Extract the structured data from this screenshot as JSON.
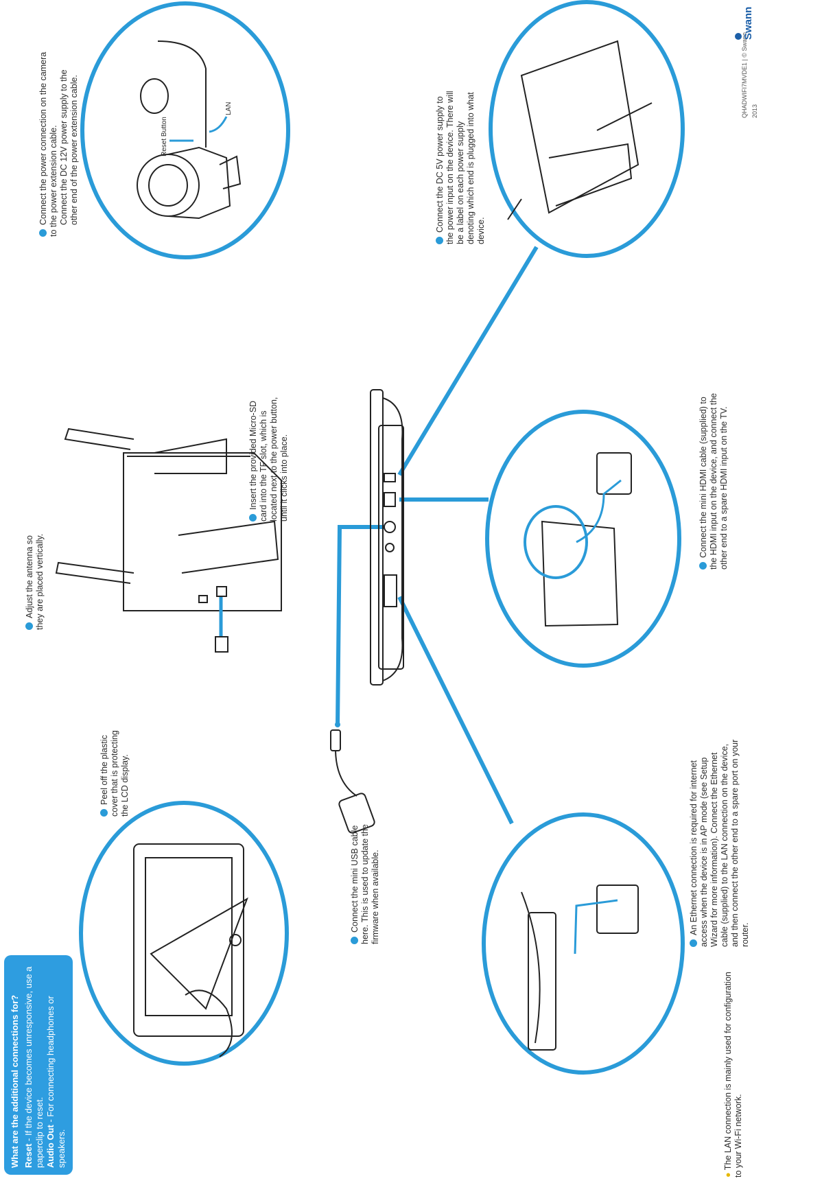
{
  "brand": {
    "name": "Swann",
    "doc_code": "QHADWIFI7MVDE1 | © Swann 2013"
  },
  "colors": {
    "accent": "#2a9bd8",
    "line": "#222222",
    "box": "#2e9de0"
  },
  "info_box": {
    "title": "What are the additional connections for?",
    "reset_label": "Reset",
    "reset_text": "- If the device becomes unresponsive, use a paperclip to reset.",
    "audio_label": "Audio Out",
    "audio_text": "- For connecting headphones or speakers."
  },
  "steps": {
    "peel_cover": "Peel off the plastic cover that is protecting the LCD display.",
    "mini_usb": "Connect the mini USB cable here. This is used to update the firmware when available.",
    "lan_note": "The LAN connection is mainly used for configuration to your Wi-Fi network.",
    "antenna": "Adjust the antenna so they are placed vertically.",
    "micro_sd": "Insert the provided Micro-SD card into the TF slot, which is located next to the power button, until it clicks into place.",
    "ethernet": "An Ethernet connection is required for internet access when the device is in AP mode (see Setup Wizard for more information). Connect the Ethernet cable (supplied) to the LAN connection on the device, and then connect the other end to a spare port on your router.",
    "hdmi": "Connect the mini HDMI cable (supplied) to the HDMI input on the device, and connect the other end to a spare HDMI input on the TV.",
    "camera_power": "Connect the power connection on the camera to the power extension cable.",
    "camera_dc12": "Connect the DC 12V power supply to the other end of the power extension cable.",
    "dc5v": "Connect the DC 5V power supply to the power input on the device. There will be a label on each power supply denoting which end is plugged into what device."
  },
  "callouts": {
    "reset_button": "Reset Button",
    "lan": "LAN"
  }
}
